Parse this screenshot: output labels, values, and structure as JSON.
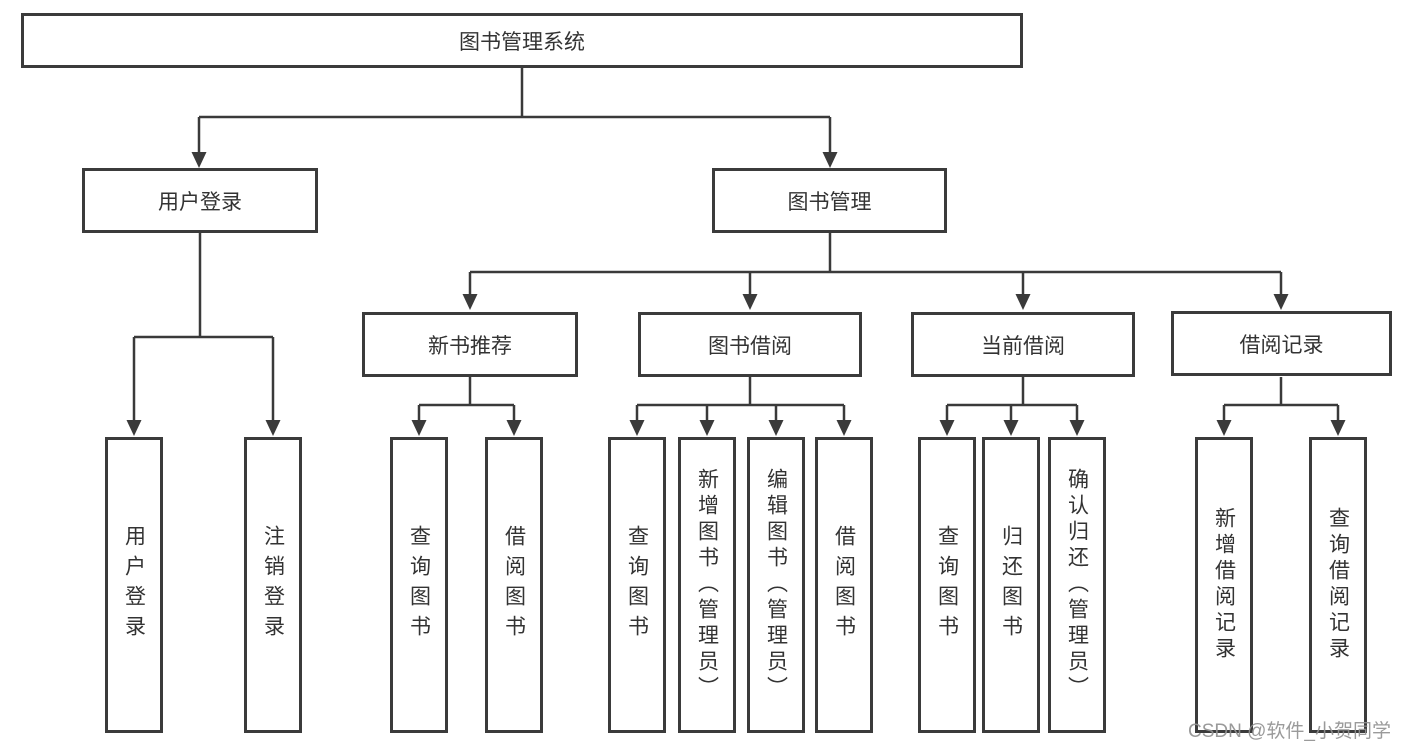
{
  "tree": {
    "root": "图书管理系统",
    "branches": [
      {
        "label": "用户登录",
        "leaves": [
          "用户登录",
          "注销登录"
        ]
      },
      {
        "label": "图书管理",
        "groups": [
          {
            "label": "新书推荐",
            "leaves": [
              "查询图书",
              "借阅图书"
            ]
          },
          {
            "label": "图书借阅",
            "leaves": [
              "查询图书",
              "新增图书（管理员）",
              "编辑图书（管理员）",
              "借阅图书"
            ]
          },
          {
            "label": "当前借阅",
            "leaves": [
              "查询图书",
              "归还图书",
              "确认归还（管理员）"
            ]
          },
          {
            "label": "借阅记录",
            "leaves": [
              "新增借阅记录",
              "查询借阅记录"
            ]
          }
        ]
      }
    ]
  },
  "watermark": {
    "text": "CSDN @软件_小贺同学"
  },
  "colors": {
    "line": "#3a3a3a",
    "border": "#3b3b3b",
    "text": "#333333",
    "watermark": "#919191",
    "background": "#ffffff"
  }
}
